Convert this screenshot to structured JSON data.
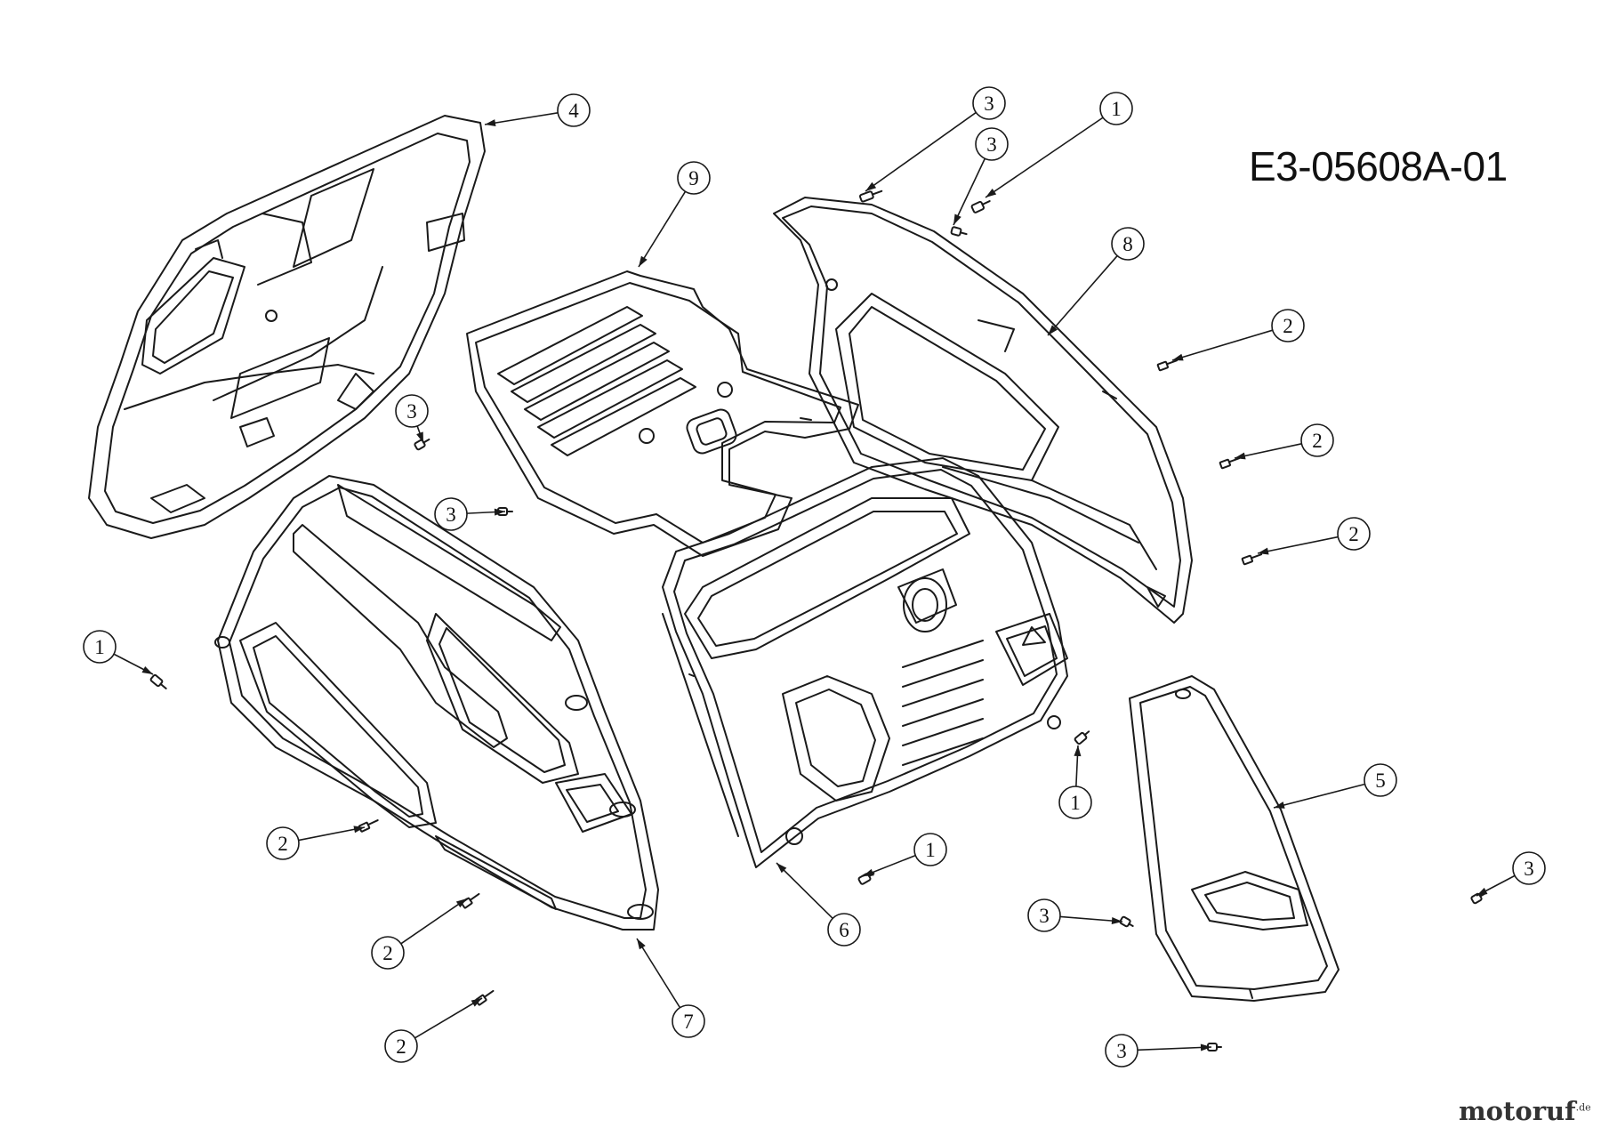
{
  "drawing_number": "E3-05608A-01",
  "watermark": {
    "brand": "motoruf",
    "tld": ".de",
    "color_main": "#333333",
    "color_accent": "#c8102e"
  },
  "line_color": "#1a1a1a",
  "callouts": [
    {
      "label": "4"
    },
    {
      "label": "9"
    },
    {
      "label": "3"
    },
    {
      "label": "3"
    },
    {
      "label": "1"
    },
    {
      "label": "8"
    },
    {
      "label": "2"
    },
    {
      "label": "2"
    },
    {
      "label": "2"
    },
    {
      "label": "3"
    },
    {
      "label": "3"
    },
    {
      "label": "1"
    },
    {
      "label": "2"
    },
    {
      "label": "2"
    },
    {
      "label": "2"
    },
    {
      "label": "7"
    },
    {
      "label": "6"
    },
    {
      "label": "1"
    },
    {
      "label": "1"
    },
    {
      "label": "5"
    },
    {
      "label": "3"
    },
    {
      "label": "3"
    },
    {
      "label": "3"
    }
  ]
}
